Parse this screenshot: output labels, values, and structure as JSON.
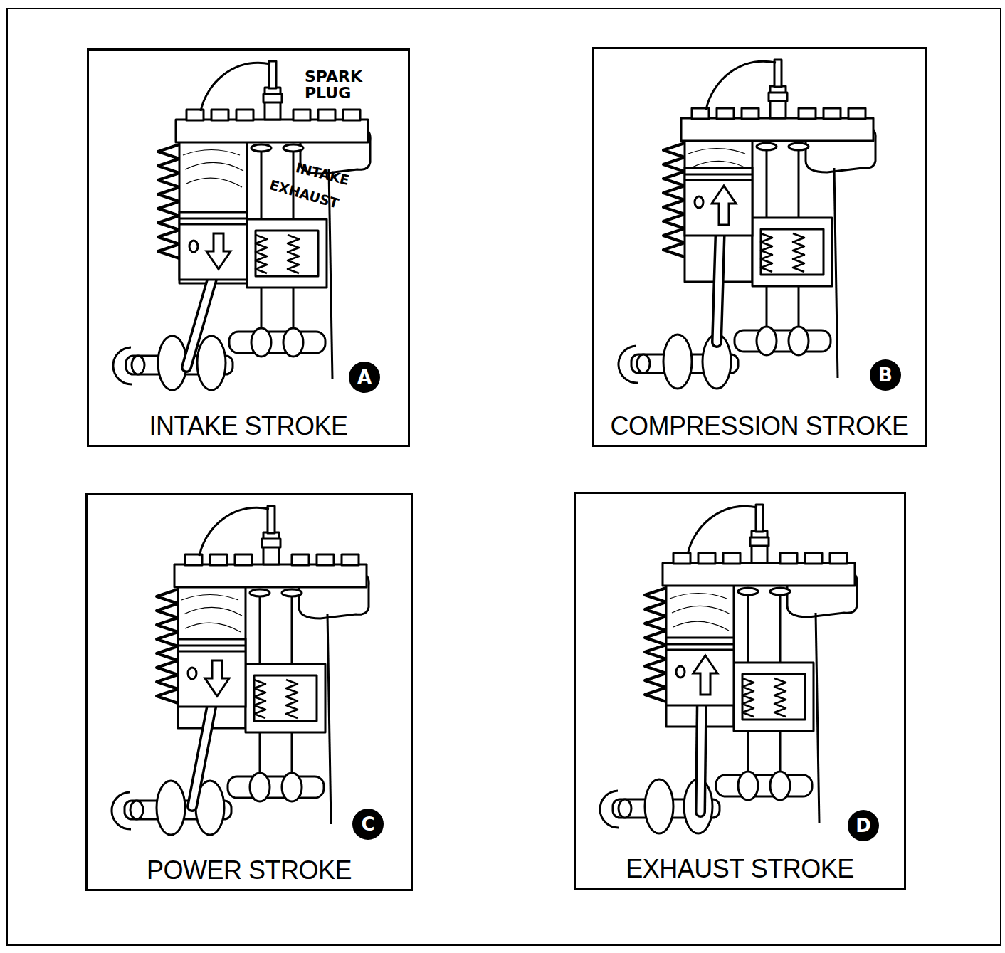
{
  "diagram": {
    "nodes": [
      {
        "text": [
          "INTAKE STROKE"
        ]
      },
      {
        "text": [
          "A"
        ],
        "in": 0
      },
      {
        "text": [
          "COMPRESSION STROKE"
        ]
      },
      {
        "text": [
          "B"
        ],
        "in": 2
      },
      {
        "text": [
          "POWER STROKE"
        ]
      },
      {
        "text": [
          "C"
        ],
        "in": 4
      },
      {
        "text": [
          "EXHAUST STROKE"
        ]
      },
      {
        "text": [
          "D"
        ],
        "in": 6
      }
    ],
    "labels": [
      "SPARK PLUG",
      "INTAKE",
      "EXHAUST"
    ]
  }
}
